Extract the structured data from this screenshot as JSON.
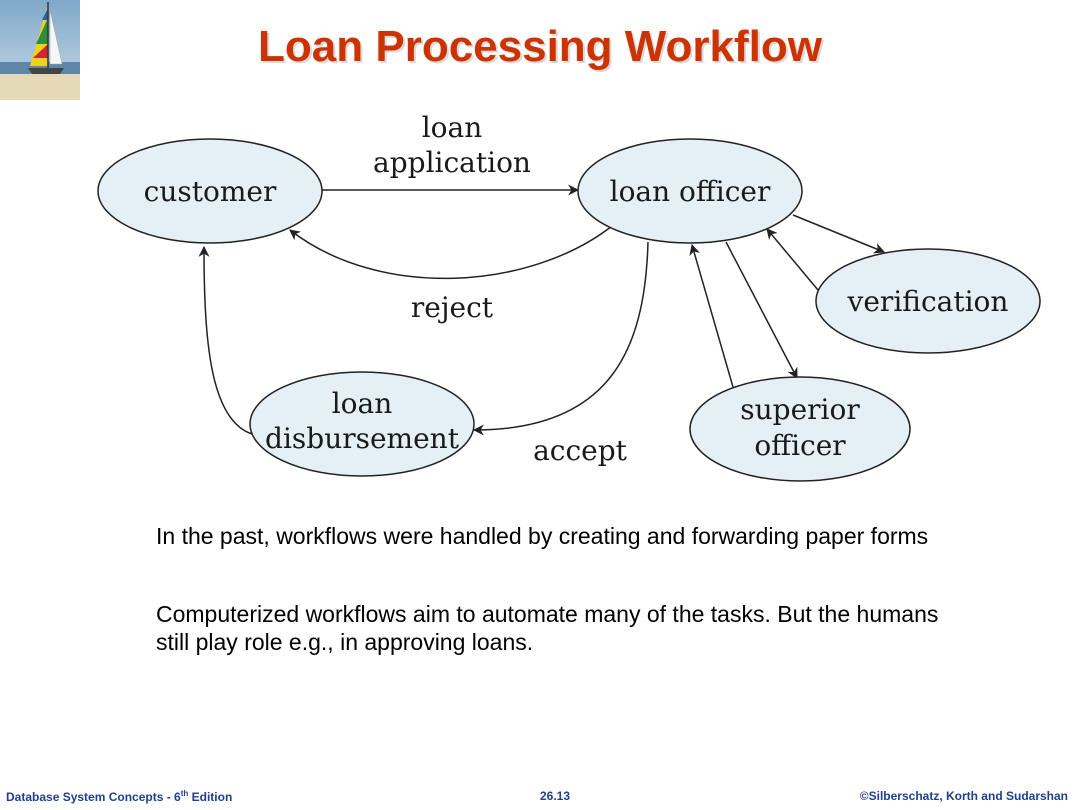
{
  "title": "Loan Processing Workflow",
  "diagram": {
    "nodes": {
      "customer": [
        "customer"
      ],
      "loan_officer": [
        "loan officer"
      ],
      "verification": [
        "verification"
      ],
      "loan_disbursement": [
        "loan",
        "disbursement"
      ],
      "superior_officer": [
        "superior",
        "officer"
      ]
    },
    "edges": {
      "loan_application": [
        "loan",
        "application"
      ],
      "reject": "reject",
      "accept": "accept"
    }
  },
  "body": {
    "paragraphs": [
      "In the past, workflows were handled by creating and forwarding paper forms",
      "Computerized workflows aim to automate many of the tasks. But the humans still play role e.g., in approving loans."
    ]
  },
  "footer": {
    "left_prefix": "Database System Concepts - 6",
    "left_sup": "th",
    "left_suffix": " Edition",
    "center": "26.13",
    "right": "©Silberschatz, Korth and Sudarshan"
  },
  "colors": {
    "title": "#cc3300",
    "node_fill": "#e4f0f6",
    "footer": "#1f3f8f"
  },
  "icons": {
    "logo": "sailboat-logo-icon"
  }
}
